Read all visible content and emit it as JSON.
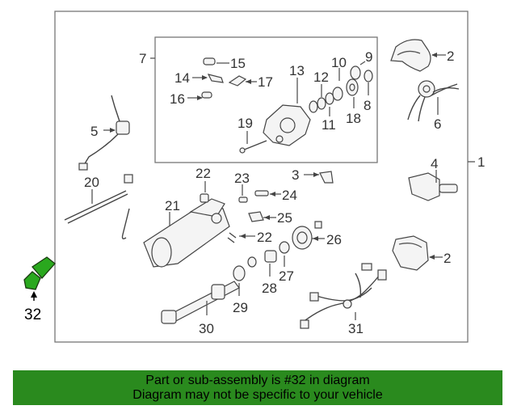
{
  "callouts": {
    "n1": "1",
    "n2a": "2",
    "n2b": "2",
    "n3": "3",
    "n4": "4",
    "n5": "5",
    "n6": "6",
    "n7": "7",
    "n8": "8",
    "n9": "9",
    "n10": "10",
    "n11": "11",
    "n12": "12",
    "n13": "13",
    "n14": "14",
    "n15": "15",
    "n16": "16",
    "n17": "17",
    "n18": "18",
    "n19": "19",
    "n20": "20",
    "n21": "21",
    "n22a": "22",
    "n22b": "22",
    "n23": "23",
    "n24": "24",
    "n25": "25",
    "n26": "26",
    "n27": "27",
    "n28": "28",
    "n29": "29",
    "n30": "30",
    "n31": "31",
    "n32": "32"
  },
  "highlight_color": "#2aa81e",
  "banner": {
    "line1": "Part or sub-assembly is #32 in diagram",
    "line2": "Diagram may not be specific to your vehicle",
    "background": "#2a8a1e"
  }
}
